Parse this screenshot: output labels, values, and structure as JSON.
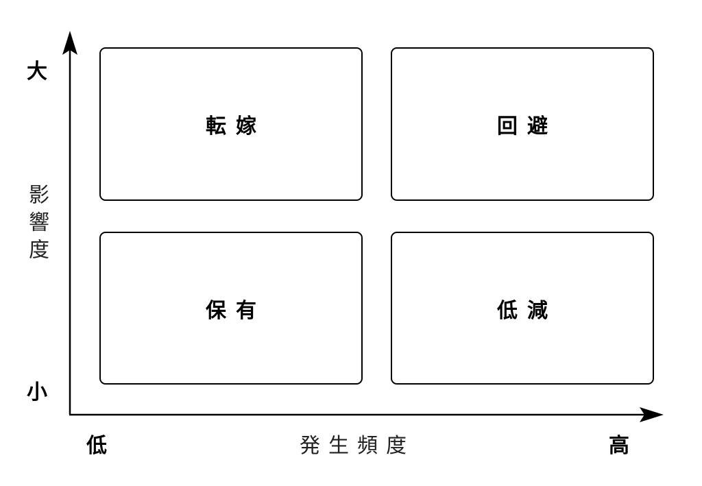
{
  "y_axis": {
    "title": "影響度",
    "high_label": "大",
    "low_label": "小"
  },
  "x_axis": {
    "title": "発生頻度",
    "low_label": "低",
    "high_label": "高"
  },
  "quadrants": {
    "top_left": "転嫁",
    "top_right": "回避",
    "bottom_left": "保有",
    "bottom_right": "低減"
  }
}
